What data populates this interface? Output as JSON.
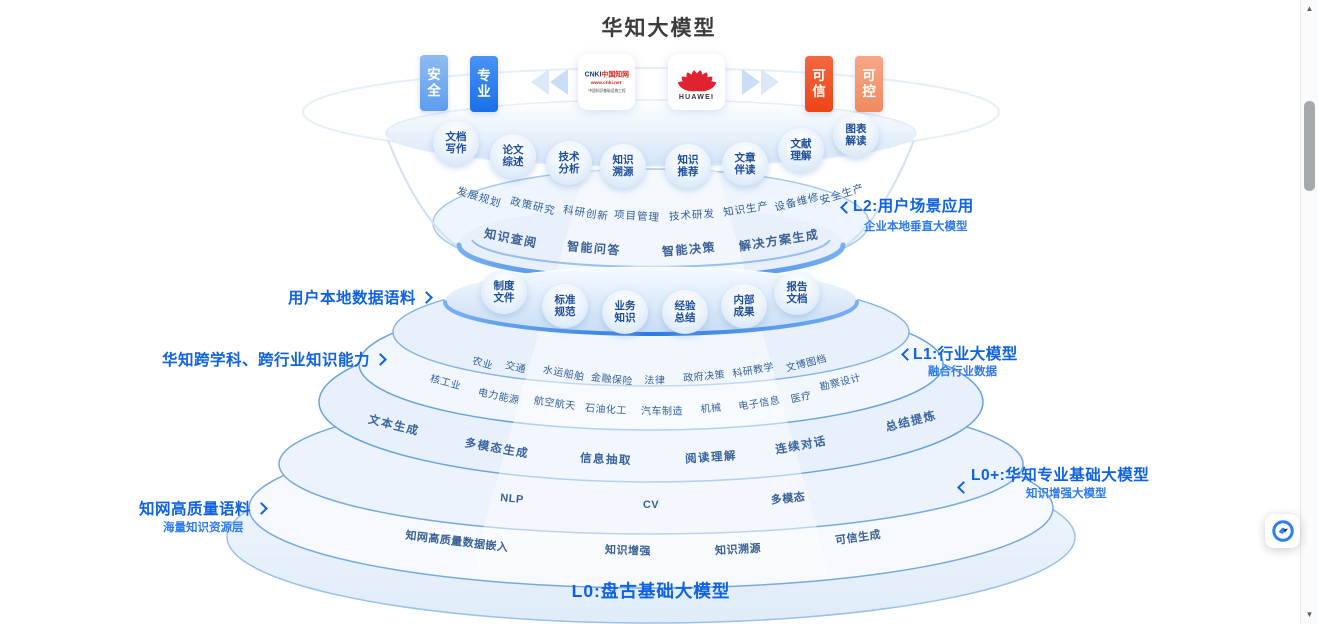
{
  "title": "华知大模型",
  "badges": {
    "left": [
      {
        "label": "安全"
      },
      {
        "label": "专业"
      }
    ],
    "right": [
      {
        "label": "可信"
      },
      {
        "label": "可控"
      }
    ]
  },
  "logos": {
    "cnki": {
      "line1": "CNKI",
      "line1b": "中国知网",
      "line2": "www.cnki.net",
      "line3": "中国知识基础设施工程"
    },
    "huawei": {
      "wordmark": "HUAWEI"
    }
  },
  "left_labels": {
    "user_corpus": {
      "label": "用户本地数据语料"
    },
    "cross_domain": {
      "label": "华知跨学科、跨行业知识能力"
    },
    "cnki_corpus": {
      "label": "知网高质量语料",
      "sublabel": "海量知识资源层"
    }
  },
  "right_labels": {
    "l2": {
      "label": "L2:用户场景应用",
      "sublabel": "企业本地垂直大模型"
    },
    "l1": {
      "label": "L1:行业大模型",
      "sublabel": "融合行业数据"
    },
    "l0plus": {
      "label": "L0+:华知专业基础大模型",
      "sublabel": "知识增强大模型"
    }
  },
  "l2": {
    "apps": [
      "文档写作",
      "论文综述",
      "技术分析",
      "知识溯源",
      "知识推荐",
      "文章伴读",
      "文献理解",
      "图表解读"
    ],
    "scenes": [
      "发展规划",
      "政策研究",
      "科研创新",
      "项目管理",
      "技术研发",
      "知识生产",
      "设备维修",
      "安全生产"
    ],
    "abilities": [
      "知识查阅",
      "智能问答",
      "智能决策",
      "解决方案生成"
    ]
  },
  "l1": {
    "corpus": [
      "制度文件",
      "标准规范",
      "业务知识",
      "经验总结",
      "内部成果",
      "报告文档"
    ]
  },
  "l0plus": {
    "industries_row1": [
      "农业",
      "交通",
      "水运船舶",
      "金融保险",
      "法律",
      "政府决策",
      "科研教学",
      "文博图档"
    ],
    "industries_row2": [
      "核工业",
      "电力能源",
      "航空航天",
      "石油化工",
      "汽车制造",
      "机械",
      "电子信息",
      "医疗",
      "勘察设计"
    ],
    "capabilities": [
      "文本生成",
      "多模态生成",
      "信息抽取",
      "阅读理解",
      "连续对话",
      "总结提炼"
    ]
  },
  "l0": {
    "modalities": [
      "NLP",
      "CV",
      "多模态"
    ],
    "features": [
      "知网高质量数据嵌入",
      "知识增强",
      "知识溯源",
      "可信生成"
    ],
    "label": "L0:盘古基础大模型"
  },
  "colors": {
    "accent_blue": "#0e62e3",
    "badge_blue": "#2d7ff0",
    "badge_lightblue": "#78aef0",
    "badge_orange": "#f0502b",
    "badge_lightorange": "#f59c78",
    "rim_blue": "#2e7ce2"
  }
}
